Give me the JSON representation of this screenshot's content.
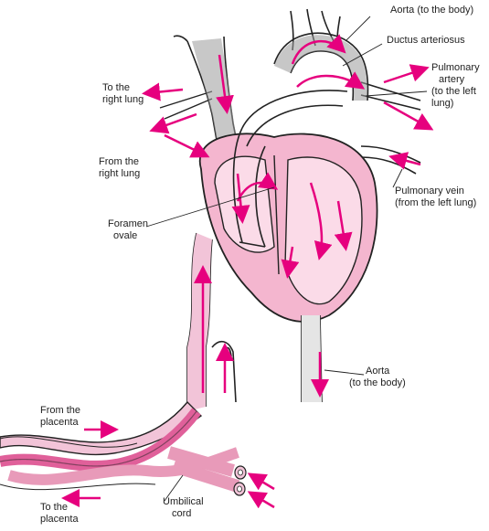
{
  "colors": {
    "accent_arrow": "#e6007e",
    "vessel_light": "#f2c4d8",
    "vessel_mid": "#e89ab9",
    "vessel_strong": "#e0609a",
    "heart_fill": "#f4b6cf",
    "heart_inner": "#fbdbe8",
    "grey_vessel": "#9b9b9b",
    "outline": "#222222"
  },
  "labels": {
    "aorta_top": "Aorta (to the body)",
    "ductus": "Ductus arteriosus",
    "pulmonary_artery": [
      "Pulmonary",
      "artery",
      "(to the left",
      "lung)"
    ],
    "to_right_lung": [
      "To the",
      "right lung"
    ],
    "from_right_lung": [
      "From the",
      "right lung"
    ],
    "pulmonary_vein": [
      "Pulmonary vein",
      "(from the left lung)"
    ],
    "foramen_ovale": [
      "Foramen",
      "ovale"
    ],
    "aorta_bottom": [
      "Aorta",
      "(to the body)"
    ],
    "from_placenta": [
      "From the",
      "placenta"
    ],
    "to_placenta": [
      "To the",
      "placenta"
    ],
    "umbilical_cord": [
      "Umbilical",
      "cord"
    ]
  }
}
